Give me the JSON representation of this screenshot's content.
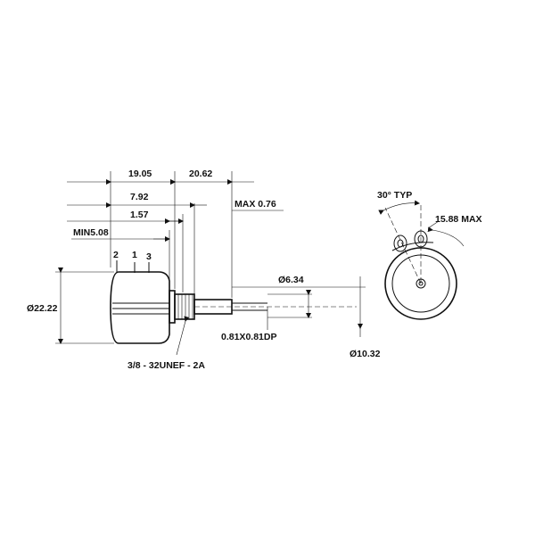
{
  "dimensions": {
    "total_length": "19.05",
    "shaft_length": "20.62",
    "body_length": "7.92",
    "bushing_length": "1.57",
    "max_gap": "MAX 0.76",
    "min_terminal": "MIN5.08",
    "body_diameter": "Ø22.22",
    "shaft_diameter": "Ø6.34",
    "shaft_flat": "0.81X0.81DP",
    "thread_spec": "3/8 - 32UNEF - 2A",
    "shaft_total_diameter": "Ø10.32",
    "terminal_angle": "30° TYP",
    "terminal_max": "15.88 MAX"
  },
  "terminals": {
    "pin_2": "2",
    "pin_1": "1",
    "pin_3": "3"
  }
}
